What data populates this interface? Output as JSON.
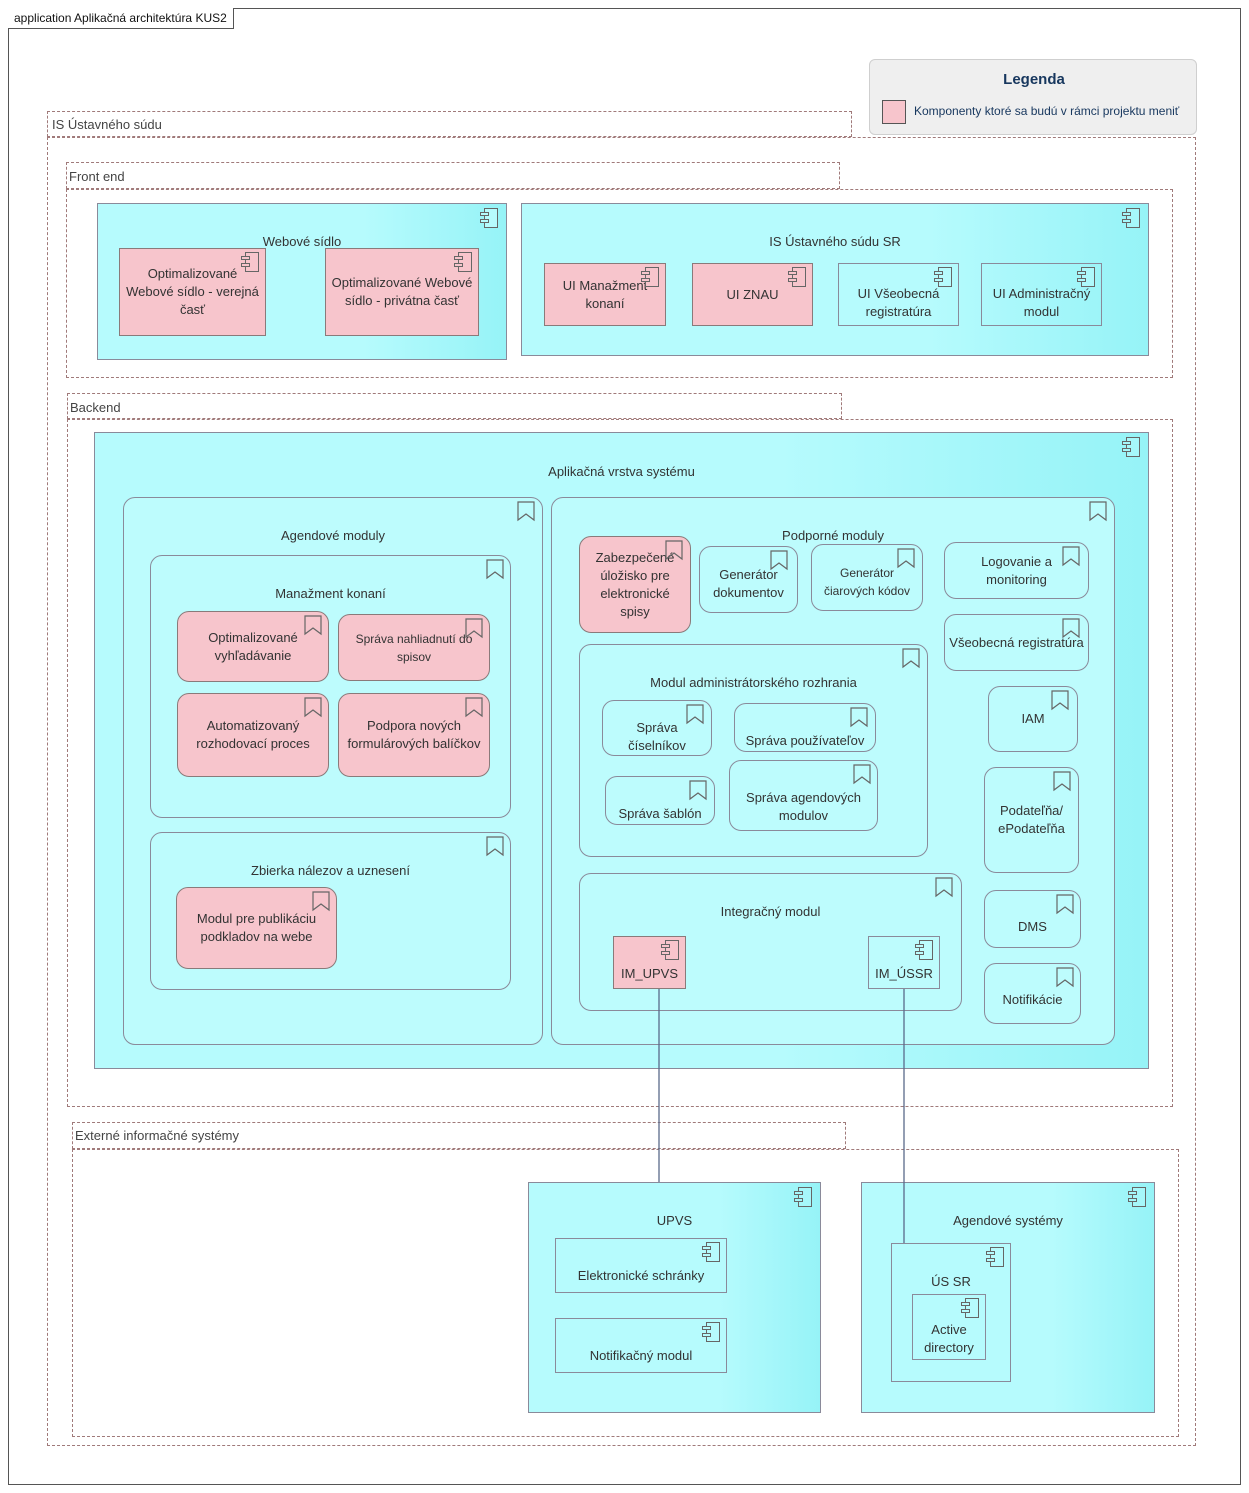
{
  "diagram": {
    "frame_title": "application Aplikačná architektúra KUS2",
    "legend": {
      "title": "Legenda",
      "item_label": "Komponenty ktoré sa budú v rámci projektu meniť",
      "swatch_color": "#f7c5cc"
    },
    "is_package": {
      "label": "IS Ústavného súdu"
    },
    "frontend": {
      "label": "Front end",
      "webove_sidlo": {
        "title": "Webové sídlo",
        "items": [
          "Optimalizované Webové sídlo - verejná časť",
          "Optimalizované Webové sídlo - privátna časť"
        ]
      },
      "is_us_sr": {
        "title": "IS Ústavného súdu SR",
        "items": [
          "UI Manažment konaní",
          "UI ZNAU",
          "UI Všeobecná registratúra",
          "UI Administračný modul"
        ]
      }
    },
    "backend": {
      "label": "Backend",
      "app_layer": {
        "title": "Aplikačná vrstva systému",
        "agendove": {
          "title": "Agendové moduly",
          "manazment": {
            "title": "Manažment konaní",
            "items": [
              "Optimalizované vyhľadávanie",
              "Správa nahliadnutí do spisov",
              "Automatizovaný rozhodovací proces",
              "Podpora nových formulárových balíčkov"
            ]
          },
          "zbierka": {
            "title": "Zbierka nálezov a uznesení",
            "items": [
              "Modul pre publikáciu podkladov na webe"
            ]
          }
        },
        "podporne": {
          "title": "Podporné moduly",
          "uloz": "Zabezpečené úložisko pre elektronické spisy",
          "gen_dok": "Generátor dokumentov",
          "gen_kod": "Generátor čiarových kódov",
          "logovanie": "Logovanie a monitoring",
          "registratura": "Všeobecná registratúra",
          "iam": "IAM",
          "podatelna": "Podateľňa/ ePodateľňa",
          "dms": "DMS",
          "notifikacie": "Notifikácie",
          "admin": {
            "title": "Modul administrátorského rozhrania",
            "items": [
              "Správa číselníkov",
              "Správa používateľov",
              "Správa šablón",
              "Správa agendových modulov"
            ]
          },
          "integracny": {
            "title": "Integračný modul",
            "items": [
              "IM_UPVS",
              "IM_ÚSSR"
            ]
          }
        }
      }
    },
    "external": {
      "label": "Externé informačné systémy",
      "upvs": {
        "title": "UPVS",
        "items": [
          "Elektronické schránky",
          "Notifikačný modul"
        ]
      },
      "agendove_systemy": {
        "title": "Agendové systémy",
        "us_sr": "ÚS SR",
        "active_directory": "Active directory"
      }
    }
  }
}
